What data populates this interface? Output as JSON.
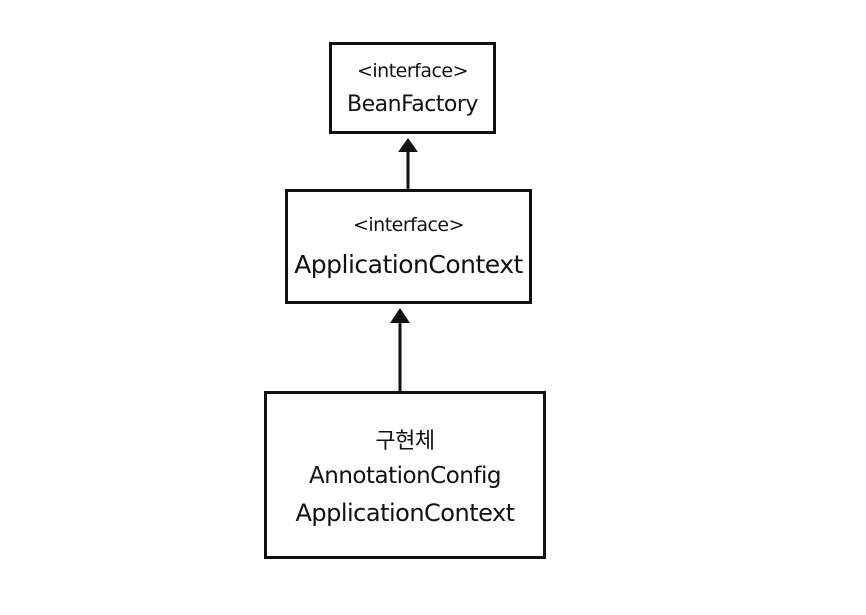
{
  "diagram": {
    "nodes": {
      "bean_factory": {
        "stereotype": "<interface>",
        "name": "BeanFactory"
      },
      "application_context": {
        "stereotype": "<interface>",
        "name": "ApplicationContext"
      },
      "implementation": {
        "label": "구현체",
        "name_line1": "AnnotationConfig",
        "name_line2": "ApplicationContext"
      }
    },
    "edges": [
      {
        "from": "application_context",
        "to": "bean_factory",
        "type": "inherits"
      },
      {
        "from": "implementation",
        "to": "application_context",
        "type": "inherits"
      }
    ],
    "colors": {
      "stroke": "#111111",
      "background": "#ffffff"
    }
  }
}
